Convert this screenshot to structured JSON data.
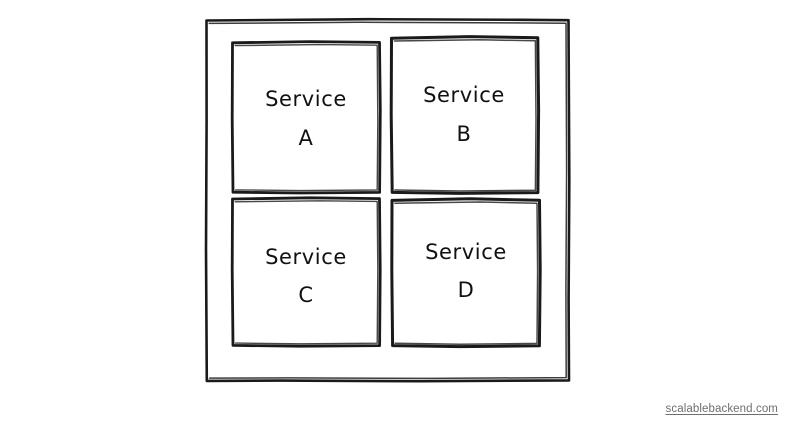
{
  "diagram": {
    "type": "hand-drawn-architecture-sketch",
    "background_color": "#ffffff",
    "stroke_color": "#1a1a1a",
    "container": {
      "name": "outer-container",
      "label": ""
    },
    "boxes": [
      {
        "id": "service-a",
        "label_line1": "Service",
        "label_line2": "A",
        "row": 0,
        "col": 0
      },
      {
        "id": "service-b",
        "label_line1": "Service",
        "label_line2": "B",
        "row": 0,
        "col": 1
      },
      {
        "id": "service-c",
        "label_line1": "Service",
        "label_line2": "C",
        "row": 1,
        "col": 0
      },
      {
        "id": "service-d",
        "label_line1": "Service",
        "label_line2": "D",
        "row": 1,
        "col": 1
      }
    ]
  },
  "watermark": {
    "text": "scalablebackend.com",
    "color": "#6e6e6e"
  }
}
